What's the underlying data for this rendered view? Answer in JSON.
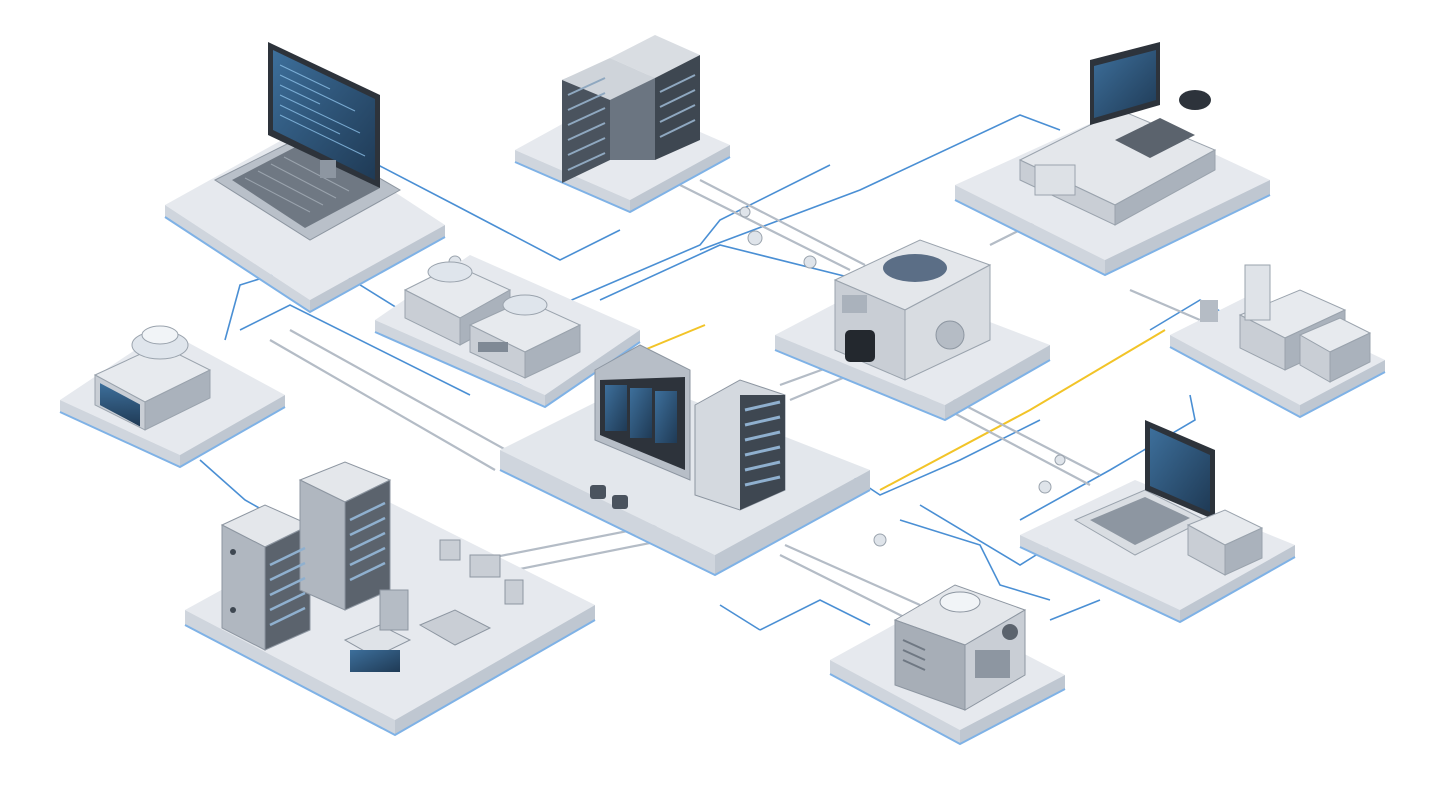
{
  "colors": {
    "background": "#ffffff",
    "platform_top": "#e6e9ee",
    "platform_side": "#cfd5dd",
    "platform_glow": "#7fb2e6",
    "link_blue": "#4a8fd4",
    "link_yellow": "#f2c428",
    "link_gray": "#b4bcc6",
    "device_metal": "#c9ced5",
    "device_dark": "#5b636d",
    "screen": "#2f5679"
  },
  "nodes": [
    {
      "name": "workstation-node",
      "icon": "desktop-computer-icon"
    },
    {
      "name": "storage-array-node",
      "icon": "server-rack-icon"
    },
    {
      "name": "lab-equipment-node",
      "icon": "lab-instrument-icon"
    },
    {
      "name": "analyzer-node",
      "icon": "analyzer-icon"
    },
    {
      "name": "central-hub-node",
      "icon": "server-hub-icon"
    },
    {
      "name": "processing-unit-node",
      "icon": "processing-unit-icon"
    },
    {
      "name": "control-station-node",
      "icon": "control-station-icon"
    },
    {
      "name": "printer-node",
      "icon": "printer-icon"
    },
    {
      "name": "laptop-node",
      "icon": "laptop-icon"
    },
    {
      "name": "datacenter-node",
      "icon": "datacenter-icon"
    },
    {
      "name": "scanner-node",
      "icon": "scanner-icon"
    }
  ]
}
